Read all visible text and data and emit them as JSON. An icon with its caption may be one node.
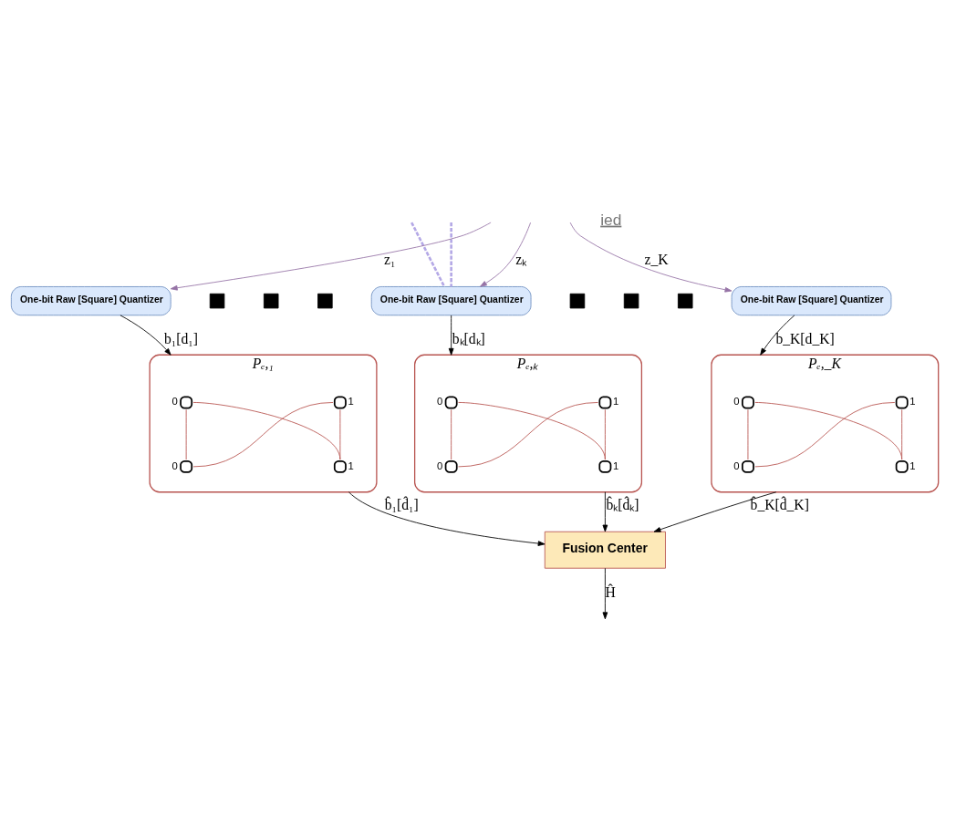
{
  "diagram": {
    "nodes": [
      {
        "text": [
          "One-bit Raw [Square] Quantizer"
        ]
      },
      {
        "text": [
          "One-bit Raw [Square] Quantizer"
        ]
      },
      {
        "text": [
          "One-bit Raw [Square] Quantizer"
        ]
      },
      {
        "text": [],
        "shape": "box"
      },
      {
        "text": [],
        "shape": "box"
      },
      {
        "text": [],
        "shape": "box"
      },
      {
        "text": [],
        "shape": "box"
      },
      {
        "text": [],
        "shape": "box"
      },
      {
        "text": [],
        "shape": "box"
      },
      {
        "text": [
          "Pₑ,₁"
        ]
      },
      {
        "text": [],
        "shape": "circle",
        "in": 9,
        "beside": [
          "0"
        ]
      },
      {
        "text": [],
        "shape": "circle",
        "in": 9,
        "beside": [
          "1"
        ]
      },
      {
        "text": [],
        "shape": "circle",
        "in": 9,
        "beside": [
          "0"
        ]
      },
      {
        "text": [],
        "shape": "circle",
        "in": 9,
        "beside": [
          "1"
        ]
      },
      {
        "text": [
          "Pₑ,ₖ"
        ]
      },
      {
        "text": [],
        "shape": "circle",
        "in": 14,
        "beside": [
          "0"
        ]
      },
      {
        "text": [],
        "shape": "circle",
        "in": 14,
        "beside": [
          "1"
        ]
      },
      {
        "text": [],
        "shape": "circle",
        "in": 14,
        "beside": [
          "0"
        ]
      },
      {
        "text": [],
        "shape": "circle",
        "in": 14,
        "beside": [
          "1"
        ]
      },
      {
        "text": [
          "Pₑ,_K"
        ]
      },
      {
        "text": [],
        "shape": "circle",
        "in": 19,
        "beside": [
          "0"
        ]
      },
      {
        "text": [],
        "shape": "circle",
        "in": 19,
        "beside": [
          "1"
        ]
      },
      {
        "text": [],
        "shape": "circle",
        "in": 19,
        "beside": [
          "0"
        ]
      },
      {
        "text": [],
        "shape": "circle",
        "in": 19,
        "beside": [
          "1"
        ]
      },
      {
        "text": [
          "Fusion Center"
        ]
      }
    ],
    "edges": [
      {
        "from": null,
        "to": 0,
        "arrow": "to",
        "label": "z₁",
        "color": "#9673a6"
      },
      {
        "from": null,
        "to": 1,
        "arrow": "to",
        "label": "zₖ",
        "color": "#9673a6"
      },
      {
        "from": null,
        "to": 2,
        "arrow": "to",
        "label": "z_K",
        "color": "#9673a6"
      },
      {
        "from": null,
        "to": 1,
        "arrow": "none",
        "style": "dashed",
        "color": "#b4a8e6"
      },
      {
        "from": null,
        "to": 1,
        "arrow": "none",
        "style": "dashed",
        "color": "#b4a8e6"
      },
      {
        "from": 0,
        "to": 9,
        "arrow": "to",
        "label": "b₁[d₁]",
        "color": "#000000"
      },
      {
        "from": 1,
        "to": 14,
        "arrow": "to",
        "label": "bₖ[dₖ]",
        "color": "#000000"
      },
      {
        "from": 2,
        "to": 19,
        "arrow": "to",
        "label": "b_K[d_K]",
        "color": "#000000"
      },
      {
        "from": 10,
        "to": 12,
        "arrow": "none",
        "color": "#b85450"
      },
      {
        "from": 11,
        "to": 13,
        "arrow": "none",
        "color": "#b85450"
      },
      {
        "from": 10,
        "to": 13,
        "arrow": "none",
        "color": "#b85450"
      },
      {
        "from": 12,
        "to": 11,
        "arrow": "none",
        "color": "#b85450"
      },
      {
        "from": 15,
        "to": 17,
        "arrow": "none",
        "color": "#b85450"
      },
      {
        "from": 16,
        "to": 18,
        "arrow": "none",
        "color": "#b85450"
      },
      {
        "from": 15,
        "to": 18,
        "arrow": "none",
        "color": "#b85450"
      },
      {
        "from": 17,
        "to": 16,
        "arrow": "none",
        "color": "#b85450"
      },
      {
        "from": 20,
        "to": 22,
        "arrow": "none",
        "color": "#b85450"
      },
      {
        "from": 21,
        "to": 23,
        "arrow": "none",
        "color": "#b85450"
      },
      {
        "from": 20,
        "to": 23,
        "arrow": "none",
        "color": "#b85450"
      },
      {
        "from": 22,
        "to": 21,
        "arrow": "none",
        "color": "#b85450"
      },
      {
        "from": 9,
        "to": 24,
        "arrow": "to",
        "label": "b̂₁[d̂₁]",
        "color": "#000000"
      },
      {
        "from": 14,
        "to": 24,
        "arrow": "to",
        "label": "b̂ₖ[d̂ₖ]",
        "color": "#000000"
      },
      {
        "from": 19,
        "to": 24,
        "arrow": "to",
        "label": "b̂_K[d̂_K]",
        "color": "#000000"
      },
      {
        "from": 24,
        "to": null,
        "arrow": "to",
        "label": "Ĥ",
        "color": "#000000"
      }
    ],
    "labels": [
      "ied"
    ]
  }
}
